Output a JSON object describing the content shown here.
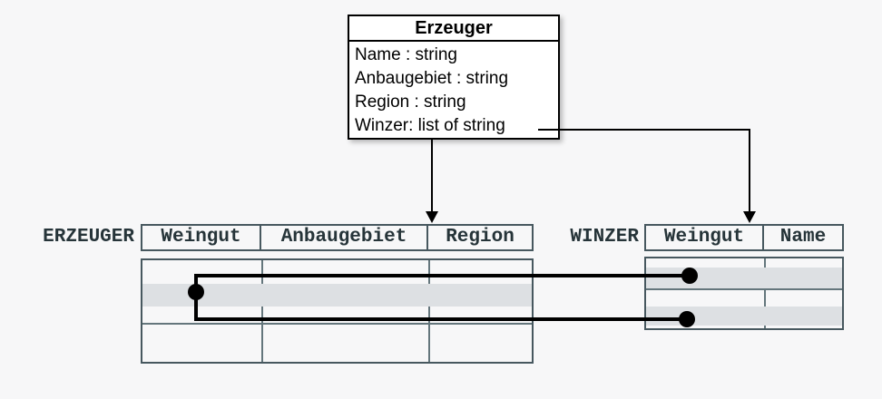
{
  "page": {
    "background": "#f7f7f8"
  },
  "colors": {
    "box_border": "#000000",
    "box_background": "#ffffff",
    "table_border": "#47585f",
    "table_grid": "#64767c",
    "table_text": "#263439",
    "row_stripe": "#dde0e3",
    "relation_line": "#000000"
  },
  "class_box": {
    "title": "Erzeuger",
    "attributes": [
      "Name : string",
      "Anbaugebiet : string",
      "Region : string",
      "Winzer: list of string"
    ]
  },
  "erzeuger_table": {
    "label": "ERZEUGER",
    "columns": [
      "Weingut",
      "Anbaugebiet",
      "Region"
    ],
    "empty_body_rows": 4,
    "highlighted_row_index": 2
  },
  "winzer_table": {
    "label": "WINZER",
    "columns": [
      "Weingut",
      "Name"
    ],
    "empty_body_rows": 4,
    "highlighted_row_indexes": [
      2,
      4
    ]
  },
  "icons": {
    "down-arrow-icon": "css-triangle-down",
    "relation-dot-icon": "css-filled-circle"
  }
}
